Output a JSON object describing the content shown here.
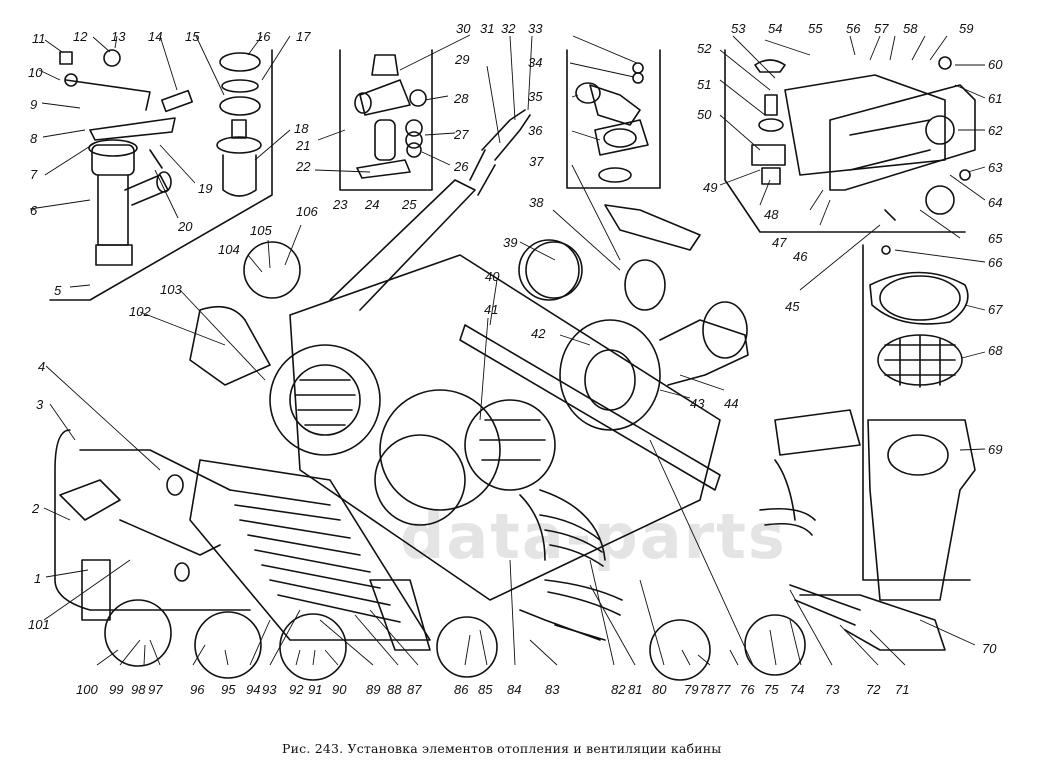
{
  "figure": {
    "caption": "Рис. 243. Установка элементов отопления и вентиляции кабины",
    "watermark": "data-parts",
    "labels": [
      "1",
      "2",
      "3",
      "4",
      "5",
      "6",
      "7",
      "8",
      "9",
      "10",
      "11",
      "12",
      "13",
      "14",
      "15",
      "16",
      "17",
      "18",
      "19",
      "20",
      "21",
      "22",
      "23",
      "24",
      "25",
      "26",
      "27",
      "28",
      "29",
      "30",
      "31",
      "32",
      "33",
      "34",
      "35",
      "36",
      "37",
      "38",
      "39",
      "40",
      "41",
      "42",
      "43",
      "44",
      "45",
      "46",
      "47",
      "48",
      "49",
      "50",
      "51",
      "52",
      "53",
      "54",
      "55",
      "56",
      "57",
      "58",
      "59",
      "60",
      "61",
      "62",
      "63",
      "64",
      "65",
      "66",
      "67",
      "68",
      "69",
      "70",
      "71",
      "72",
      "73",
      "74",
      "75",
      "76",
      "77",
      "78",
      "79",
      "80",
      "81",
      "82",
      "83",
      "84",
      "85",
      "86",
      "87",
      "88",
      "89",
      "90",
      "91",
      "92",
      "93",
      "94",
      "95",
      "96",
      "97",
      "98",
      "99",
      "100",
      "101",
      "102",
      "103",
      "104",
      "105",
      "106"
    ],
    "components": {
      "heater_tap": "faucet-assembly",
      "radiator": "heater-radiator",
      "fans": "fan-impellers",
      "motor": "electric-motor",
      "switch_panel": "control-panel",
      "vent_grille": "ventilation-grille",
      "air_duct": "ventilation-duct"
    }
  }
}
